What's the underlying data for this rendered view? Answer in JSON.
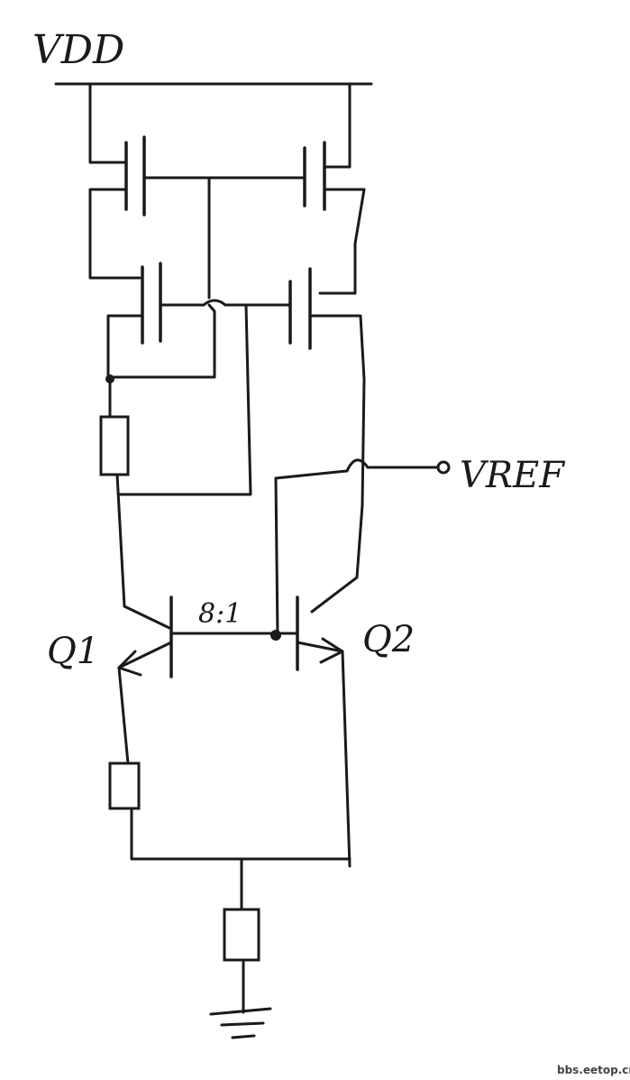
{
  "labels": {
    "vdd": "VDD",
    "vref": "VREF",
    "q1": "Q1",
    "q2": "Q2",
    "ratio": "8:1"
  },
  "watermark": "bbs.eetop.cn"
}
